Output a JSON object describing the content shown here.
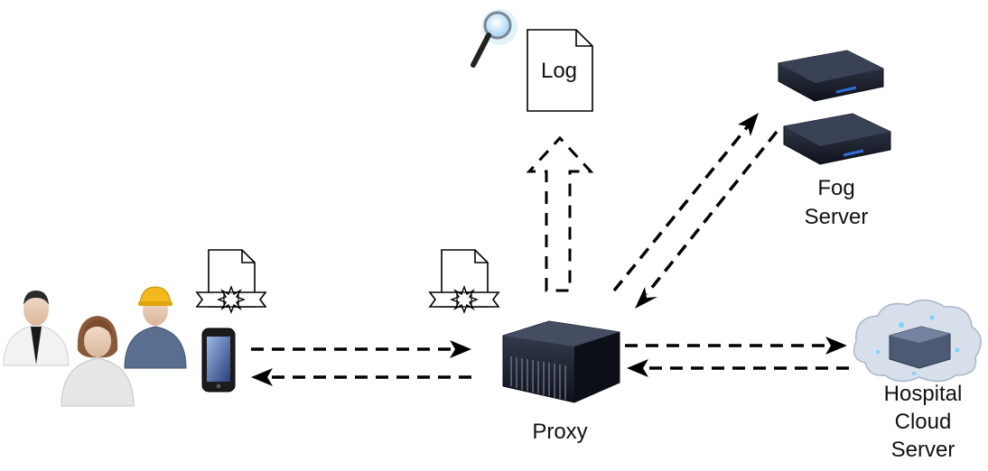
{
  "labels": {
    "log": "Log",
    "fog_line1": "Fog",
    "fog_line2": "Server",
    "hospital_line1": "Hospital",
    "hospital_line2": "Cloud",
    "hospital_line3": "Server",
    "proxy": "Proxy"
  },
  "icons": {
    "users": [
      "businessman-icon",
      "woman-user-icon",
      "worker-hardhat-icon"
    ],
    "phone": "smartphone-icon",
    "certificate": "certificate-document-icon",
    "log": "log-document-icon",
    "magnifier": "magnifying-glass-icon",
    "fog_server": "fog-server-icon",
    "proxy": "proxy-server-icon",
    "cloud": "hospital-cloud-server-icon"
  },
  "colors": {
    "arrow": "#000000",
    "server_dark": "#1c2130",
    "server_accent": "#2f6fd6",
    "cloud": "#c9d6e6"
  }
}
